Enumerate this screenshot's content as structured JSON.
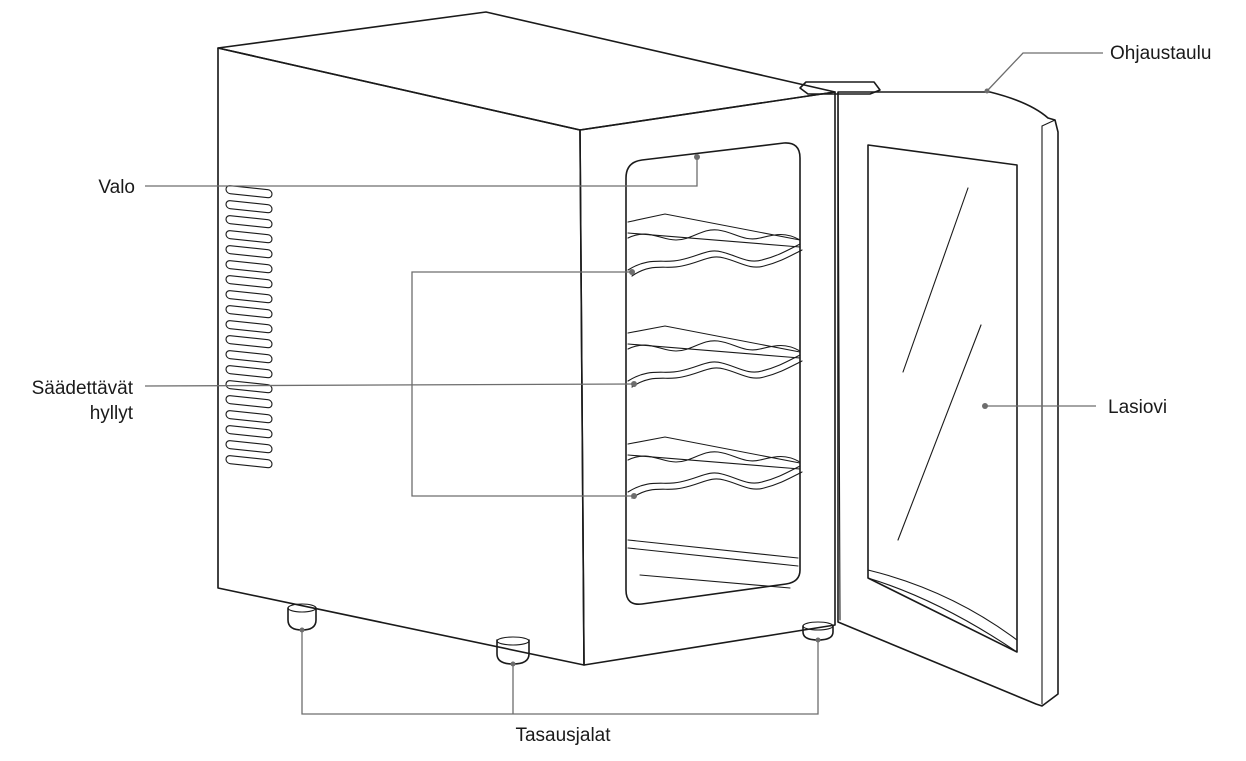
{
  "labels": {
    "control_panel": "Ohjaustaulu",
    "light": "Valo",
    "shelves_line1": "Säädettävät",
    "shelves_line2": "hyllyt",
    "glass_door": "Lasiovi",
    "leveling_feet": "Tasausjalat"
  },
  "colors": {
    "outline": "#1a1a1a",
    "leader": "#6d6d6d",
    "background": "#ffffff"
  }
}
